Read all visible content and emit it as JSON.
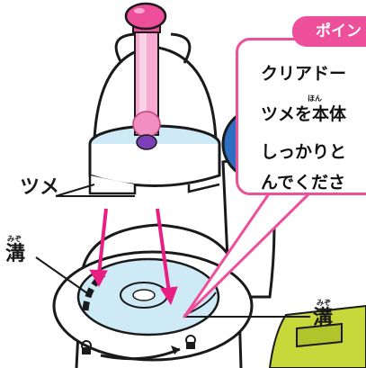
{
  "callout": {
    "title": "ポイン",
    "lines": [
      "クリアドー",
      "ツメを本体",
      "しっかりと",
      "んでくださ"
    ],
    "ruby_hon": "ほん"
  },
  "labels": {
    "tsume": "ツメ",
    "mizo": "溝",
    "mizo_ruby": "みぞ"
  },
  "colors": {
    "accent_pink": "#ee4f9a",
    "light_pink": "#f7a9cf",
    "blue_cap": "#2f6fbf",
    "purple": "#7d3fb5",
    "light_blue": "#cfeaf7",
    "lime": "#c7d93a"
  }
}
